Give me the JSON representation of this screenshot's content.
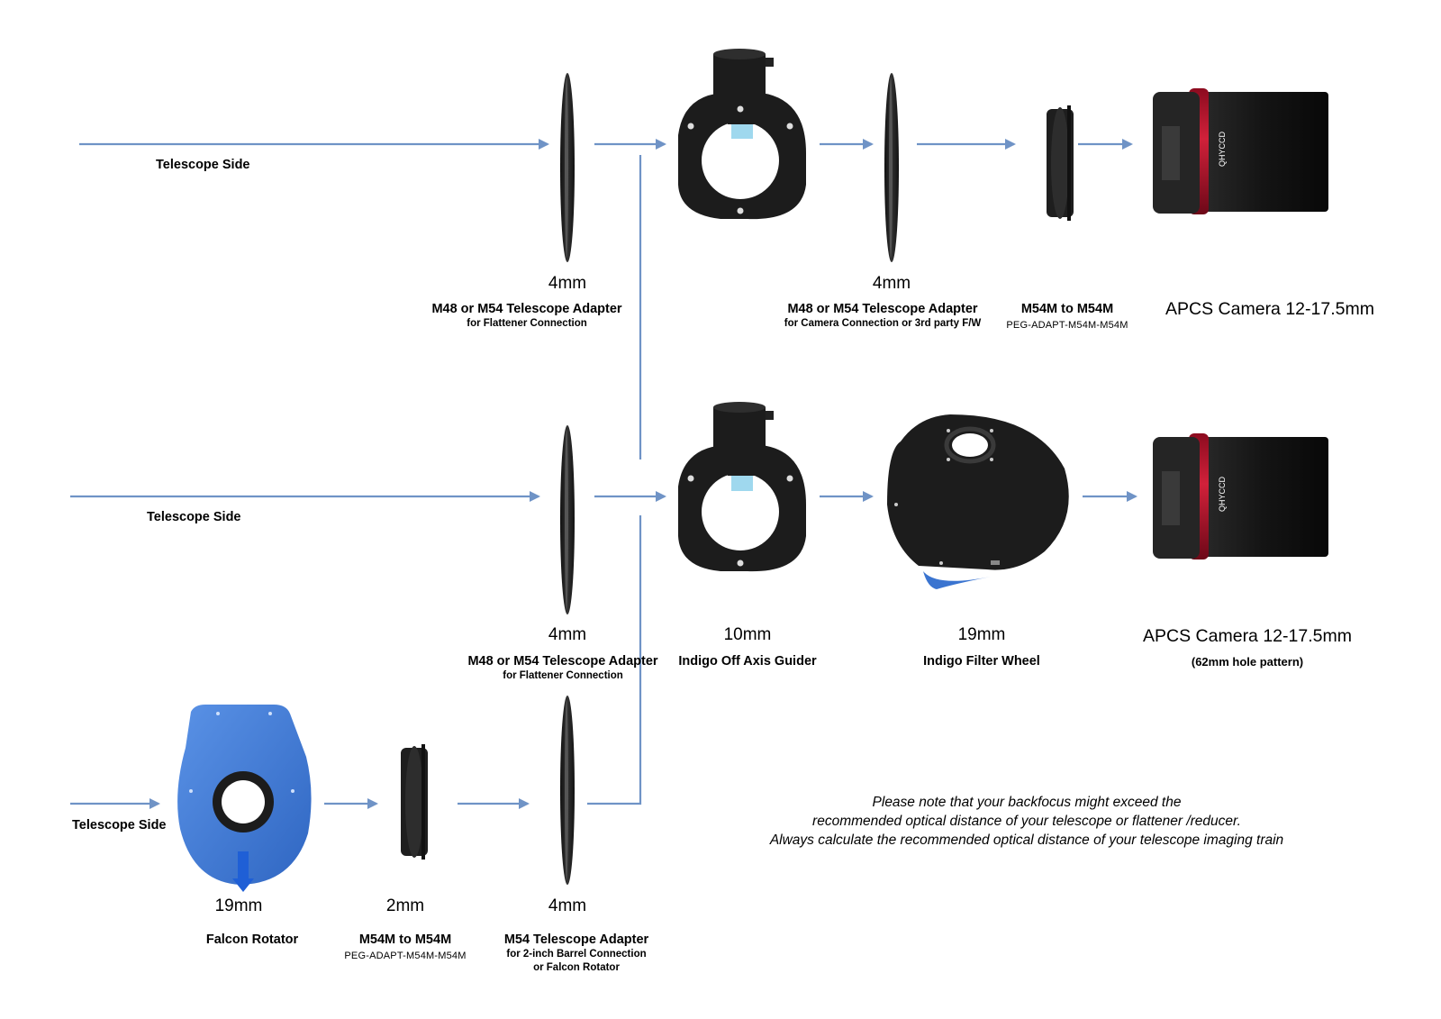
{
  "rows": {
    "top": {
      "telescope_side": "Telescope Side",
      "adapter1": {
        "dim": "4mm",
        "name": "M48 or M54 Telescope Adapter",
        "sub": "for Flattener Connection"
      },
      "adapter2": {
        "dim": "4mm",
        "name": "M48 or M54 Telescope Adapter",
        "sub": "for Camera Connection or 3rd party F/W"
      },
      "m54": {
        "name": "M54M to M54M",
        "code": "PEG-ADAPT-M54M-M54M"
      },
      "camera": "APCS Camera 12-17.5mm"
    },
    "middle": {
      "telescope_side": "Telescope Side",
      "adapter": {
        "dim": "4mm",
        "name": "M48 or M54 Telescope Adapter",
        "sub": "for Flattener Connection"
      },
      "oag": {
        "dim": "10mm",
        "name": "Indigo Off Axis Guider"
      },
      "filter_wheel": {
        "dim": "19mm",
        "name": "Indigo Filter Wheel"
      },
      "camera": {
        "name": "APCS Camera 12-17.5mm",
        "sub": "(62mm hole pattern)"
      }
    },
    "bottom": {
      "telescope_side": "Telescope Side",
      "rotator": {
        "dim": "19mm",
        "name": "Falcon Rotator"
      },
      "m54": {
        "dim": "2mm",
        "name": "M54M to M54M",
        "code": "PEG-ADAPT-M54M-M54M"
      },
      "adapter": {
        "dim": "4mm",
        "name": "M54 Telescope Adapter",
        "sub1": "for 2-inch Barrel Connection",
        "sub2": "or Falcon Rotator"
      }
    }
  },
  "note": {
    "line1": "Please note that your backfocus might exceed the",
    "line2": "recommended optical distance of your telescope or flattener /reducer.",
    "line3": "Always calculate the recommended optical distance of your telescope imaging train"
  },
  "colors": {
    "arrow": "#6f93c6",
    "part_black": "#1c1c1c",
    "camera_red": "#c8102e",
    "rotator_blue": "#3d77d6",
    "filter_blue": "#3a74d0"
  }
}
